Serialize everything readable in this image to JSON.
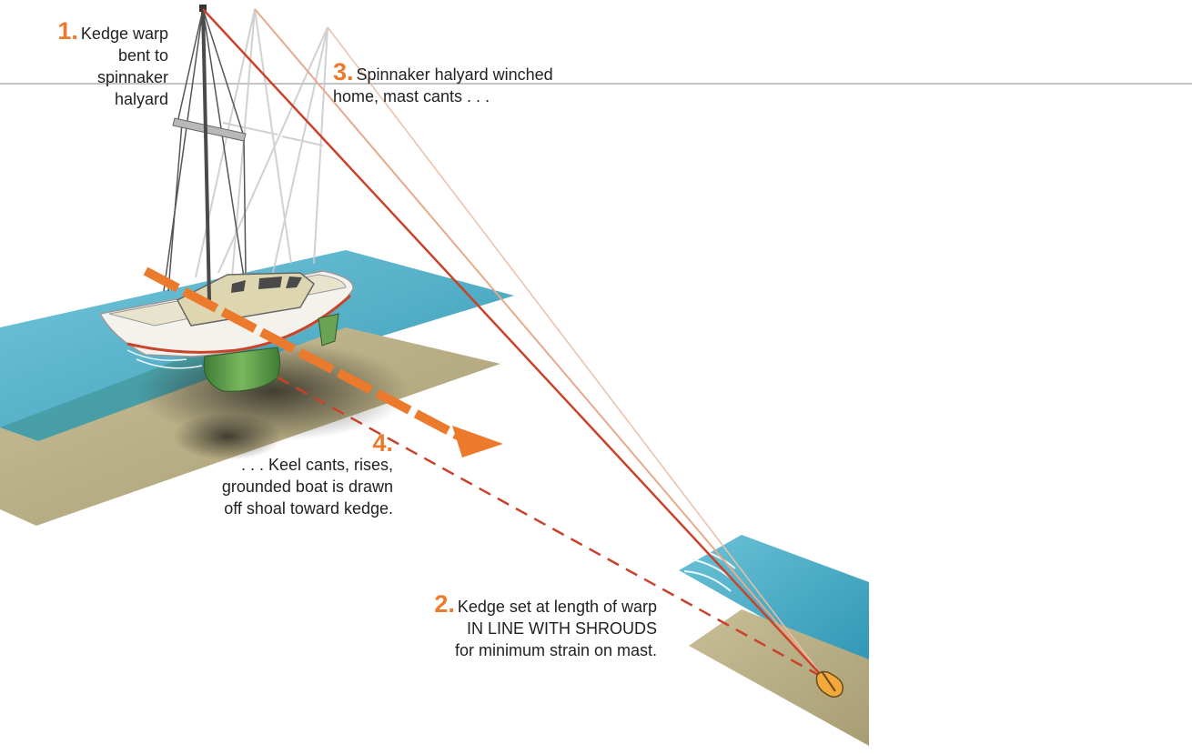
{
  "labels": {
    "step1": {
      "number": "1.",
      "lines": [
        "Kedge warp",
        "bent to",
        "spinnaker",
        "halyard"
      ]
    },
    "step2": {
      "number": "2.",
      "lines": [
        "Kedge set at length of warp",
        "IN LINE WITH SHROUDS",
        "for minimum strain on mast."
      ]
    },
    "step3": {
      "number": "3.",
      "lines": [
        "Spinnaker halyard winched",
        "home, mast cants . . ."
      ]
    },
    "step4": {
      "number": "4.",
      "lines": [
        ". . . Keel cants, rises,",
        "grounded boat is drawn",
        "off shoal toward kedge."
      ]
    }
  },
  "colors": {
    "accent_orange": "#ec7a2c",
    "warp_red": "#c9432a",
    "water": "#4fb0c8",
    "sand": "#b8ad85",
    "hull": "#f4f2ec",
    "keel": "#5a9a4a",
    "cabin": "#ddd6b0",
    "mast": "#555555"
  }
}
